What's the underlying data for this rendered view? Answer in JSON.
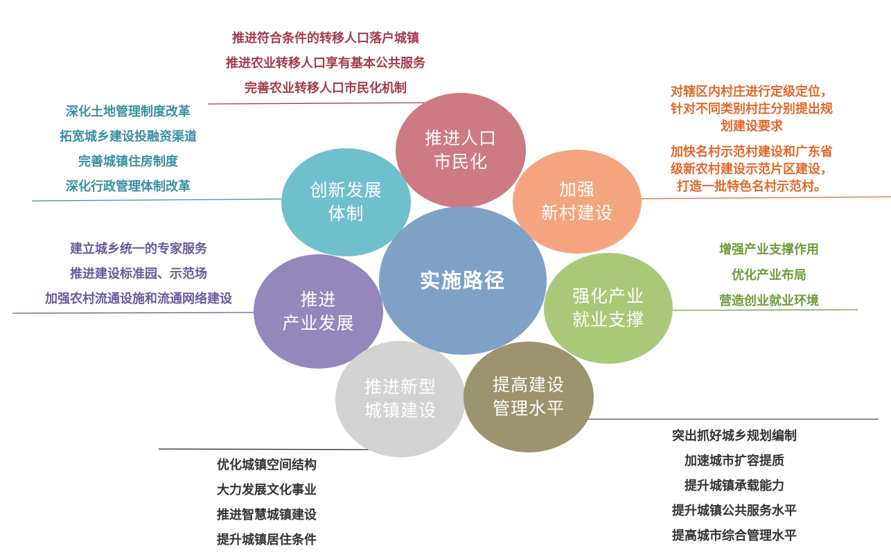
{
  "colors": {
    "population": "#cd7a82",
    "village": "#f4a57f",
    "industry_support": "#a9c978",
    "management": "#9b946f",
    "new_town": "#d3d3d3",
    "industry_dev": "#9487bc",
    "innovation": "#70bfcc",
    "center": "#7fa1c6"
  },
  "center": {
    "label": "实施路径"
  },
  "nodes": {
    "population": {
      "line1": "推进人口",
      "line2": "市民化"
    },
    "village": {
      "line1": "加强",
      "line2": "新村建设"
    },
    "industry_support": {
      "line1": "强化产业",
      "line2": "就业支撑"
    },
    "management": {
      "line1": "提高建设",
      "line2": "管理水平"
    },
    "new_town": {
      "line1": "推进新型",
      "line2": "城镇建设"
    },
    "industry_dev": {
      "line1": "推进",
      "line2": "产业发展"
    },
    "innovation": {
      "line1": "创新发展",
      "line2": "体制"
    }
  },
  "texts": {
    "population": [
      "推进符合条件的转移人口落户城镇",
      "推进农业转移人口享有基本公共服务",
      "完善农业转移人口市民化机制"
    ],
    "village": [
      "对辖区内村庄进行定级定位，",
      "针对不同类别村庄分别提出规",
      "划建设要求",
      "加快名村示范村建设和广东省",
      "级新农村建设示范片区建设，",
      "打造一批特色名村示范村。"
    ],
    "industry_support": [
      "增强产业支撑作用",
      "优化产业布局",
      "营造创业就业环境"
    ],
    "management": [
      "突出抓好城乡规划编制",
      "加速城市扩容提质",
      "提升城镇承载能力",
      "提升城镇公共服务水平",
      "提高城市综合管理水平"
    ],
    "new_town": [
      "优化城镇空间结构",
      "大力发展文化事业",
      "推进智慧城镇建设",
      "提升城镇居住条件"
    ],
    "industry_dev": [
      "建立城乡统一的专家服务",
      "推进建设标准园、示范场",
      "加强农村流通设施和流通网络建设"
    ],
    "innovation": [
      "深化土地管理制度改革",
      "拓宽城乡建设投融资渠道",
      "完善城镇住房制度",
      "深化行政管理体制改革"
    ]
  }
}
